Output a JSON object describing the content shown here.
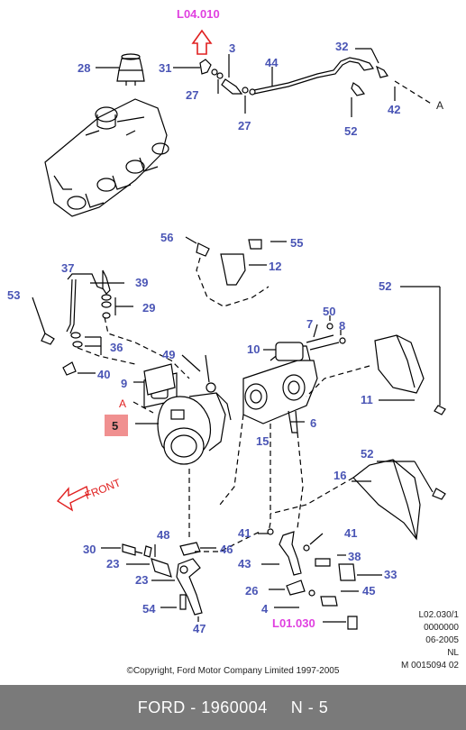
{
  "diagram": {
    "callouts": [
      {
        "id": "28",
        "text": "28"
      },
      {
        "id": "31",
        "text": "31"
      },
      {
        "id": "3",
        "text": "3"
      },
      {
        "id": "44",
        "text": "44"
      },
      {
        "id": "32",
        "text": "32"
      },
      {
        "id": "27a",
        "text": "27"
      },
      {
        "id": "27b",
        "text": "27"
      },
      {
        "id": "42",
        "text": "42"
      },
      {
        "id": "52a",
        "text": "52"
      },
      {
        "id": "56",
        "text": "56"
      },
      {
        "id": "55",
        "text": "55"
      },
      {
        "id": "12",
        "text": "12"
      },
      {
        "id": "37",
        "text": "37"
      },
      {
        "id": "39",
        "text": "39"
      },
      {
        "id": "53",
        "text": "53"
      },
      {
        "id": "29",
        "text": "29"
      },
      {
        "id": "36",
        "text": "36"
      },
      {
        "id": "40",
        "text": "40"
      },
      {
        "id": "52b",
        "text": "52"
      },
      {
        "id": "50",
        "text": "50"
      },
      {
        "id": "7",
        "text": "7"
      },
      {
        "id": "8",
        "text": "8"
      },
      {
        "id": "10",
        "text": "10"
      },
      {
        "id": "49",
        "text": "49"
      },
      {
        "id": "9",
        "text": "9"
      },
      {
        "id": "11",
        "text": "11"
      },
      {
        "id": "6",
        "text": "6"
      },
      {
        "id": "15",
        "text": "15"
      },
      {
        "id": "52c",
        "text": "52"
      },
      {
        "id": "16",
        "text": "16"
      },
      {
        "id": "48",
        "text": "48"
      },
      {
        "id": "30",
        "text": "30"
      },
      {
        "id": "23a",
        "text": "23"
      },
      {
        "id": "46",
        "text": "46"
      },
      {
        "id": "41a",
        "text": "41"
      },
      {
        "id": "41b",
        "text": "41"
      },
      {
        "id": "38",
        "text": "38"
      },
      {
        "id": "43",
        "text": "43"
      },
      {
        "id": "33",
        "text": "33"
      },
      {
        "id": "23b",
        "text": "23"
      },
      {
        "id": "26",
        "text": "26"
      },
      {
        "id": "45",
        "text": "45"
      },
      {
        "id": "4",
        "text": "4"
      },
      {
        "id": "54",
        "text": "54"
      },
      {
        "id": "47",
        "text": "47"
      }
    ],
    "highlighted_part": "5",
    "reference_top": "L04.010",
    "reference_bottom": "L01.030",
    "connector_label": "A",
    "front_label": "FRONT"
  },
  "info": {
    "line1": "L02.030/1",
    "line2": "0000000",
    "line3": "06-2005",
    "line4": "NL",
    "line5": "M 0015094 02"
  },
  "copyright": "©Copyright, Ford Motor Company Limited 1997-2005",
  "footer": {
    "part_number": "FORD - 1960004",
    "position": "N - 5"
  },
  "colors": {
    "callout": "#4a55b5",
    "reference": "#e040e0",
    "highlight": "#f09090",
    "footer_bg": "#7a7a7a"
  }
}
